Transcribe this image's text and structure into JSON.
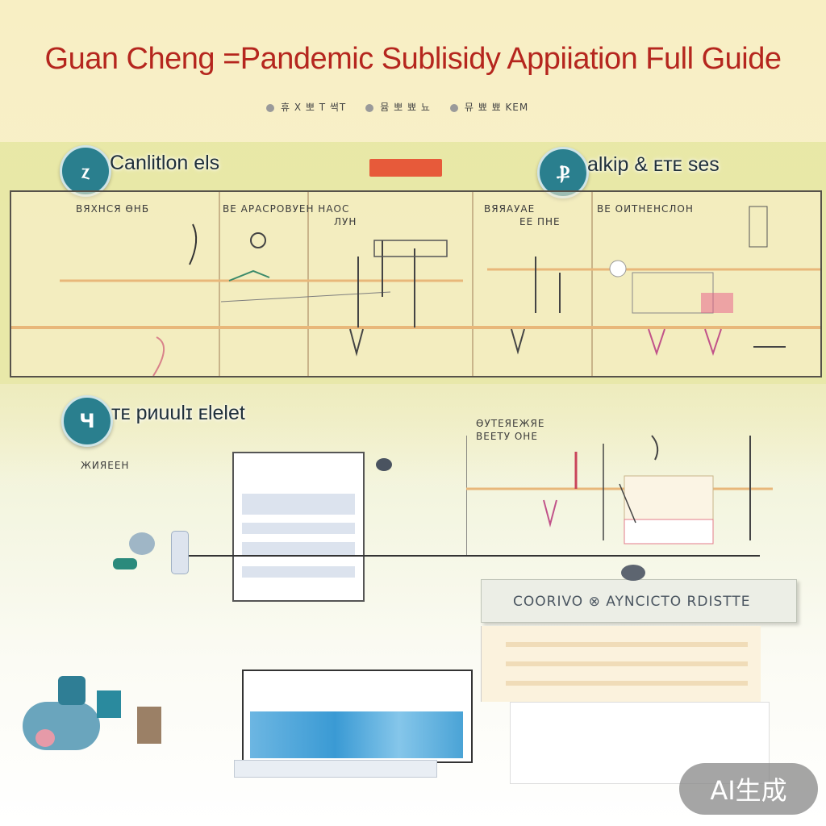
{
  "title": "Guan Cheng =Pandemic Sublisidy Appiiation Full Guide",
  "subtitle_items": [
    "휴 X 뽀 T 썩T",
    "뮴 뽀 뾰 뇨",
    "뮤 뾰 뾰 KEM"
  ],
  "sections": [
    {
      "icon_label": "ⲍ",
      "label": "Canlitlon els"
    },
    {
      "icon_label": "Ⳁ",
      "label": "alkip & ᴇᴛᴇ ses"
    },
    {
      "icon_label": "Ɥ",
      "label": "ᴛᴇ pᴎuulɪ ᴇlelet"
    }
  ],
  "panel_headers": [
    "ВЯХНСЯ ӨНБ",
    "ВЕ АРАСРОВУЕН НАОС",
    "ВЯЯАУАЕ",
    "ВЕ ОИТНЕНСЛОН"
  ],
  "panel_subheaders": [
    "ЛУН",
    "ЕЕ ПНЕ"
  ],
  "lower_headers": [
    "ӨУТЕЯЕЖЯЕ",
    "ВЕЕТУ ОНЕ"
  ],
  "side_label": "ЖИЯЕЕН",
  "callout_text": "COORIVO ⊗ AYNCICTO RDISTTE",
  "badge": "AI生成",
  "colors": {
    "title": "#b5261e",
    "accent_circle": "#2a7f8e",
    "band": "#dce28c"
  }
}
